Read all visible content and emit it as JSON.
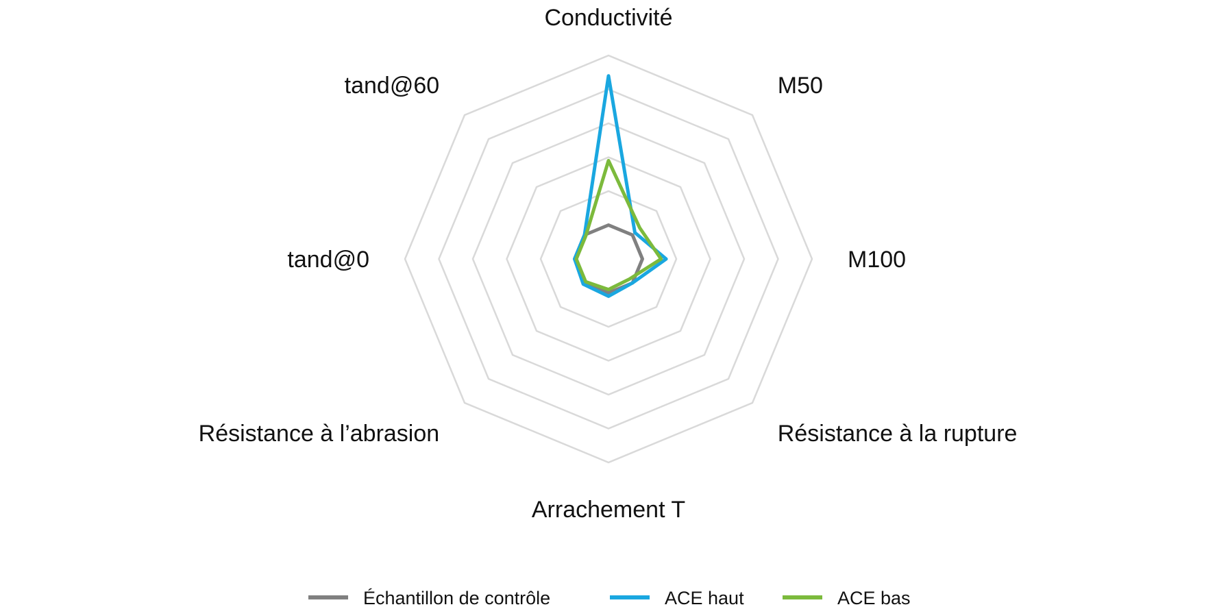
{
  "chart_data": {
    "type": "radar",
    "axes": [
      "Conductivité",
      "M50",
      "M100",
      "Résistance à la rupture",
      "Arrachement T",
      "Résistance à l’abrasion",
      "tand@0",
      "tand@60"
    ],
    "rlim": [
      0,
      6
    ],
    "rings": 6,
    "grid": true,
    "legend": "bottom",
    "series": [
      {
        "name": "Échantillon de contrôle",
        "color": "#808080",
        "values": [
          1.0,
          1.0,
          1.0,
          1.0,
          1.0,
          1.0,
          1.0,
          1.0
        ]
      },
      {
        "name": "ACE haut",
        "color": "#1aa7e0",
        "values": [
          5.4,
          1.1,
          1.7,
          1.0,
          1.1,
          1.05,
          1.0,
          1.0
        ]
      },
      {
        "name": "ACE bas",
        "color": "#7cba3c",
        "values": [
          2.9,
          1.3,
          1.55,
          0.85,
          0.9,
          0.95,
          0.95,
          0.95
        ]
      }
    ]
  }
}
